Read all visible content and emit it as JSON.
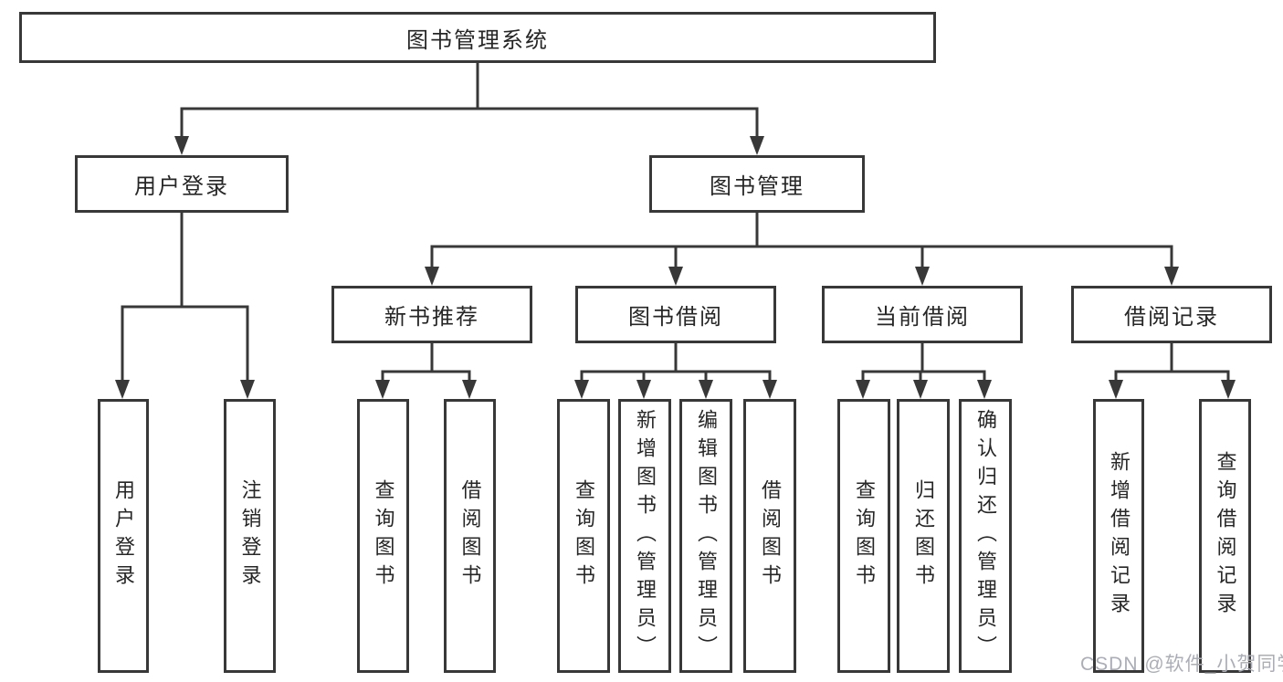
{
  "diagram": {
    "root": {
      "label": "图书管理系统"
    },
    "branches": [
      {
        "label": "用户登录",
        "children": [
          {
            "label": "用户登录"
          },
          {
            "label": "注销登录"
          }
        ]
      },
      {
        "label": "图书管理",
        "children": [
          {
            "label": "新书推荐",
            "children": [
              {
                "label": "查询图书"
              },
              {
                "label": "借阅图书"
              }
            ]
          },
          {
            "label": "图书借阅",
            "children": [
              {
                "label": "查询图书"
              },
              {
                "label": "新增图书（管理员）"
              },
              {
                "label": "编辑图书（管理员）"
              },
              {
                "label": "借阅图书"
              }
            ]
          },
          {
            "label": "当前借阅",
            "children": [
              {
                "label": "查询图书"
              },
              {
                "label": "归还图书"
              },
              {
                "label": "确认归还（管理员）"
              }
            ]
          },
          {
            "label": "借阅记录",
            "children": [
              {
                "label": "新增借阅记录"
              },
              {
                "label": "查询借阅记录"
              }
            ]
          }
        ]
      }
    ]
  },
  "watermark": {
    "text": "CSDN @软件_小贺同学"
  },
  "colors": {
    "line": "#383838",
    "text": "#262626",
    "background": "#ffffff",
    "watermark": "#abaeb6"
  }
}
